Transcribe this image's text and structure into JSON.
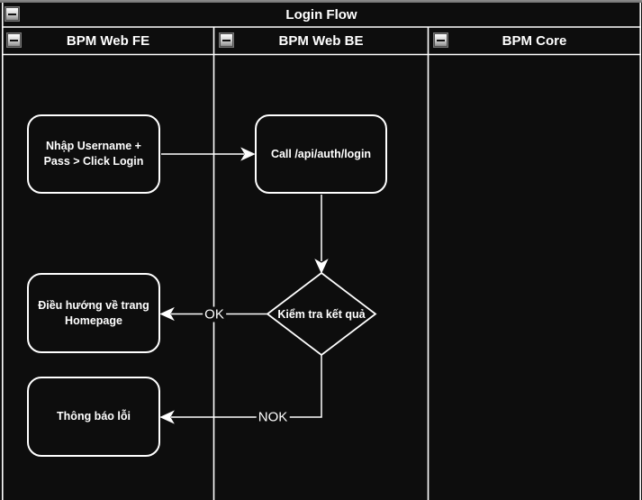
{
  "diagram": {
    "title": "Login Flow",
    "lanes": [
      {
        "label": "BPM Web FE"
      },
      {
        "label": "BPM Web BE"
      },
      {
        "label": "BPM Core"
      }
    ],
    "nodes": [
      {
        "id": "input-credentials",
        "lane": "BPM Web FE",
        "shape": "rounded-rect",
        "label": "Nhập Username + Pass > Click Login"
      },
      {
        "id": "call-login-api",
        "lane": "BPM Web BE",
        "shape": "rounded-rect",
        "label": "Call /api/auth/login"
      },
      {
        "id": "check-result",
        "lane": "BPM Web BE",
        "shape": "diamond",
        "label": "Kiểm tra kết quả"
      },
      {
        "id": "redirect-homepage",
        "lane": "BPM Web FE",
        "shape": "rounded-rect",
        "label": "Điều hướng về trang Homepage"
      },
      {
        "id": "show-error",
        "lane": "BPM Web FE",
        "shape": "rounded-rect",
        "label": "Thông báo lỗi"
      }
    ],
    "edges": [
      {
        "from": "input-credentials",
        "to": "call-login-api",
        "label": ""
      },
      {
        "from": "call-login-api",
        "to": "check-result",
        "label": ""
      },
      {
        "from": "check-result",
        "to": "redirect-homepage",
        "label": "OK"
      },
      {
        "from": "check-result",
        "to": "show-error",
        "label": "NOK"
      }
    ],
    "icons": {
      "collapse": "minus-in-square"
    },
    "colors": {
      "background": "#0d0d0d",
      "line": "#ffffff",
      "text": "#ffffff",
      "top_strip": "#7f7f7f"
    }
  }
}
